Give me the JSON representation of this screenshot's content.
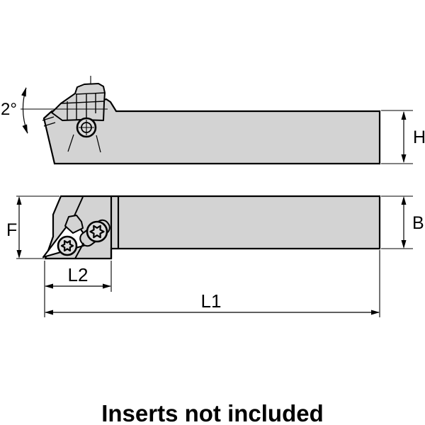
{
  "diagram": {
    "angle_label": "2°",
    "labels": {
      "h": "H",
      "b": "B",
      "f": "F",
      "l1": "L1",
      "l2": "L2"
    }
  },
  "footer": {
    "note": "Inserts not included"
  },
  "colors": {
    "body_fill": "#d3d3d3",
    "screw_fill": "#dcdcdc",
    "line": "#000000",
    "background": "#ffffff"
  }
}
